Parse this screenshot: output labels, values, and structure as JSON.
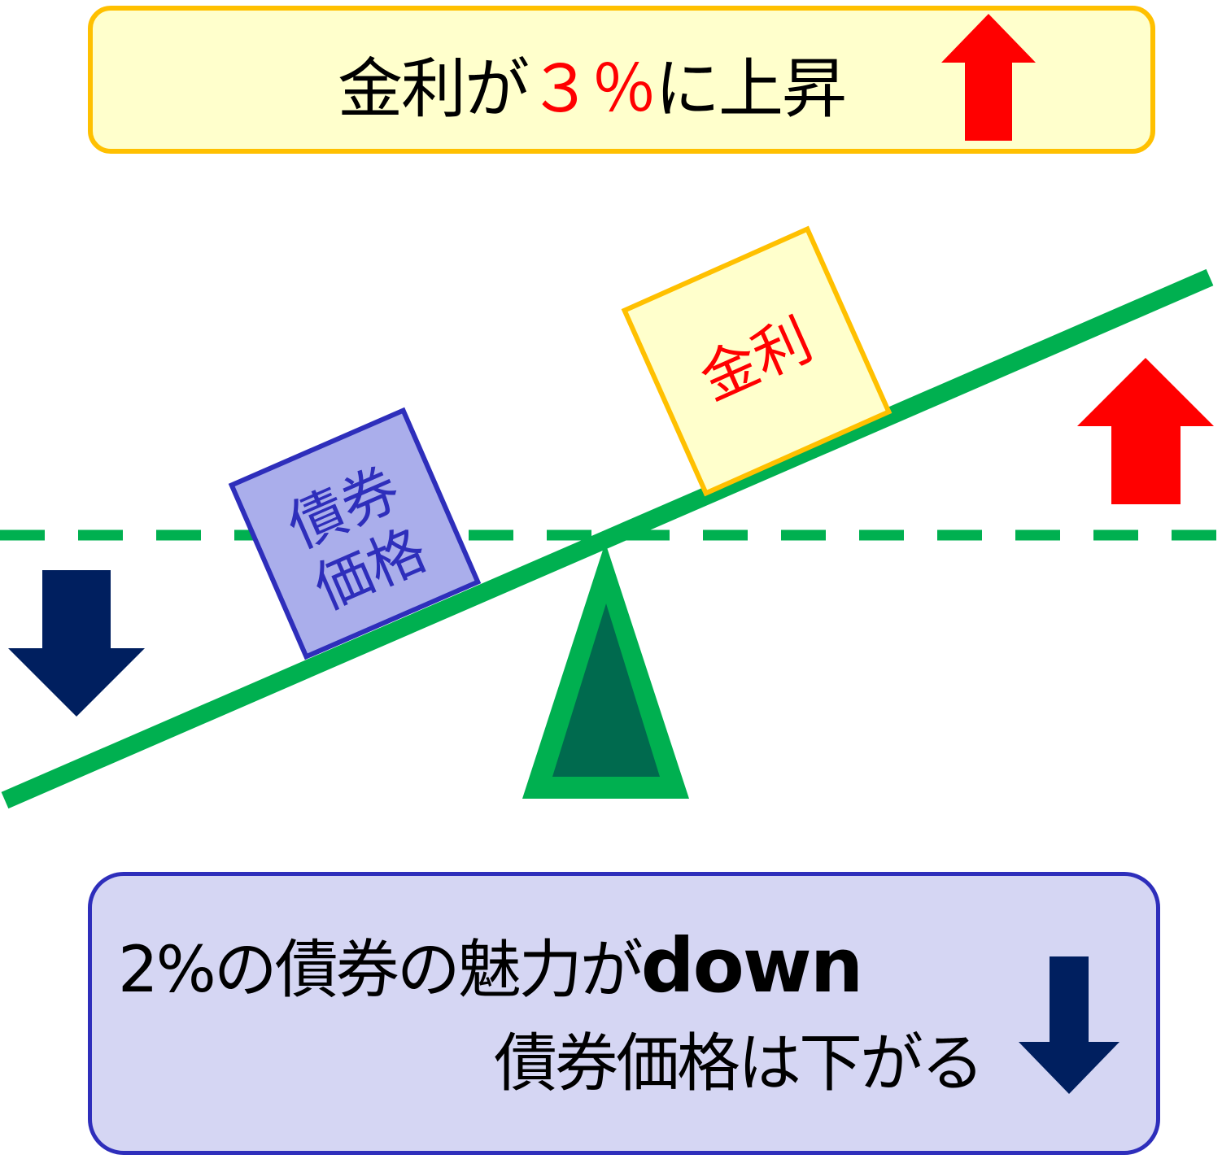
{
  "header": {
    "prefix": "金利が",
    "highlight": "３％",
    "suffix": "に上昇",
    "arrow": "arrow-up-icon"
  },
  "seesaw": {
    "left_block": {
      "line1": "債券",
      "line2": "価格"
    },
    "right_block": {
      "label": "金利"
    },
    "left_arrow": "arrow-down-icon",
    "right_arrow": "arrow-up-icon",
    "reference_line": "dashed-horizontal"
  },
  "footer": {
    "line1_prefix": "2%の債券の魅力が",
    "line1_bold": "down",
    "line2": "債券価格は下がる",
    "arrow": "arrow-down-icon"
  },
  "colors": {
    "top_box_fill": "#ffffcc",
    "top_box_border": "#ffc000",
    "highlight_red": "#ff0000",
    "bottom_box_fill": "#d5d6f3",
    "bottom_box_border": "#2e2ebb",
    "bond_block_fill": "#aaaeeb",
    "bond_block_border": "#2e2ebb",
    "interest_block_fill": "#ffffcc",
    "interest_block_border": "#ffc000",
    "seesaw_green": "#00b050",
    "fulcrum_inner": "#006a4e",
    "down_arrow_navy": "#001f5f",
    "up_arrow_red": "#ff0000"
  }
}
